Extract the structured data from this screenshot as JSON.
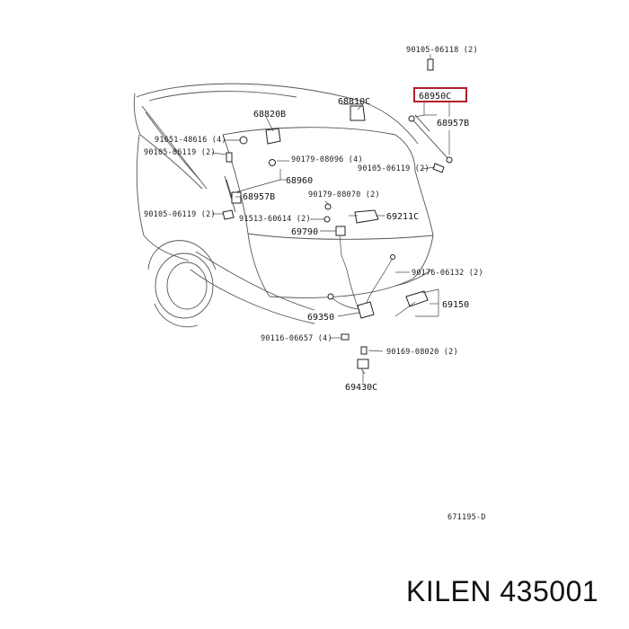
{
  "labels": {
    "p_90105_06118_2": "90105-06118 (2)",
    "p_68950C": "68950C",
    "p_68957B_r": "68957B",
    "p_68810C": "68810C",
    "p_68820B": "68820B",
    "p_91651_48616_4": "91651-48616 (4)",
    "p_90105_06119_2_l": "90105-06119 (2)",
    "p_90179_08096_4": "90179-08096 (4)",
    "p_68960": "68960",
    "p_68957B_l": "68957B",
    "p_90105_06119_2_r": "90105-06119 (2)",
    "p_90179_08070_2": "90179-08070 (2)",
    "p_90105_06119_2_b": "90105-06119 (2)",
    "p_91513_60614_2": "91513-60614 (2)",
    "p_69211C": "69211C",
    "p_69790": "69790",
    "p_90176_06132_2": "90176-06132 (2)",
    "p_69150": "69150",
    "p_69350": "69350",
    "p_90116_06657_4": "90116-06657 (4)",
    "p_90169_08020_2": "90169-08020 (2)",
    "p_69430C": "69430C",
    "ref_code": "671195-D"
  },
  "brand": "KILEN 435001",
  "highlight_color": "#b0202a"
}
